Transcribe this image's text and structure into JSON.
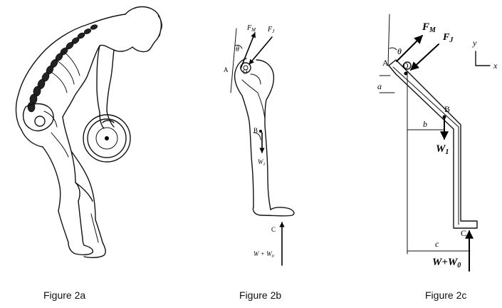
{
  "figures": {
    "fig_a": {
      "caption": "Figure 2a"
    },
    "fig_b": {
      "caption": "Figure 2b",
      "labels": {
        "fm": "F",
        "fm_sub": "M",
        "fj": "F",
        "fj_sub": "J",
        "theta": "θ",
        "a": "A",
        "o": "O",
        "b": "B",
        "w1": "W",
        "w1_sub": "1",
        "c": "C",
        "w_w0": "W + W",
        "w_w0_sub": "0"
      }
    },
    "fig_c": {
      "caption": "Figure 2c",
      "labels": {
        "fm": "F",
        "fm_sub": "M",
        "fj": "F",
        "fj_sub": "J",
        "theta": "θ",
        "a_point": "A",
        "o": "O",
        "a_dim": "a",
        "b_point": "B",
        "b_dim": "b",
        "w1": "W",
        "w1_sub": "1",
        "c_point": "C",
        "c_dim": "c",
        "w_w0": "W+W",
        "w_w0_sub": "0",
        "y_axis": "y",
        "x_axis": "x"
      }
    }
  }
}
